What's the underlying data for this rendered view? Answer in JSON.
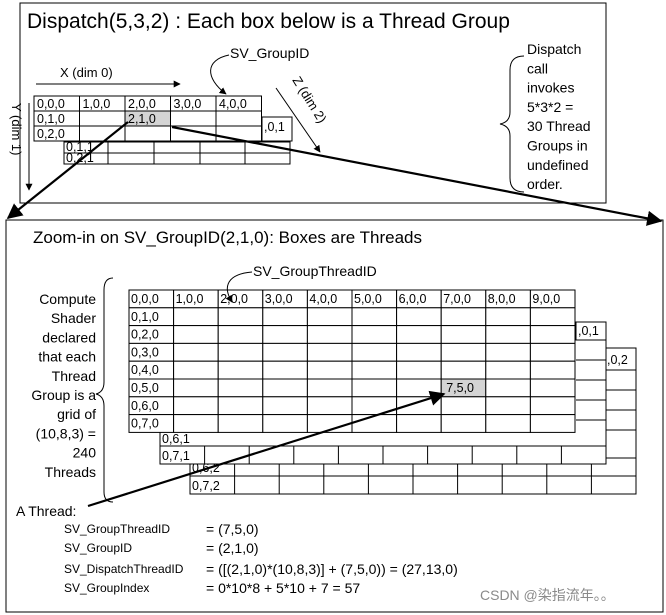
{
  "top": {
    "title": "Dispatch(5,3,2) : Each box below is a Thread Group",
    "group_id_callout": "SV_GroupID",
    "axis_x": "X (dim 0)",
    "axis_y": "Y (dim 1)",
    "axis_z": "Z (dim 2)",
    "front_row": [
      "0,0,0",
      "1,0,0",
      "2,0,0",
      "3,0,0",
      "4,0,0"
    ],
    "front_col": [
      "0,0,0",
      "0,1,0",
      "0,2,0"
    ],
    "highlight": "2,1,0",
    "layer1_partial": ",0,1",
    "layer2_labels": [
      "0,1,1",
      "0,2,1"
    ],
    "side_note": [
      "Dispatch",
      "call",
      "invokes",
      "5*3*2 =",
      "30 Thread",
      "Groups in",
      "undefined",
      "order."
    ]
  },
  "bottom": {
    "title": "Zoom-in on SV_GroupID(2,1,0): Boxes are Threads",
    "thread_id_callout": "SV_GroupThreadID",
    "front_row": [
      "0,0,0",
      "1,0,0",
      "2,0,0",
      "3,0,0",
      "4,0,0",
      "5,0,0",
      "6,0,0",
      "7,0,0",
      "8,0,0",
      "9,0,0"
    ],
    "front_col": [
      "0,0,0",
      "0,1,0",
      "0,2,0",
      "0,3,0",
      "0,4,0",
      "0,5,0",
      "0,6,0",
      "0,7,0"
    ],
    "highlight": "7,5,0",
    "layer1_partial": ",0,1",
    "layer1_labels": [
      "0,6,1",
      "0,7,1"
    ],
    "layer2_partial": ",0,2",
    "layer2_labels": [
      "0,6,2",
      "0,7,2"
    ],
    "side_note": [
      "Compute",
      "Shader",
      "declared",
      "that each",
      "Thread",
      "Group is a",
      "grid of",
      "(10,8,3) =",
      "240",
      "Threads"
    ],
    "thread_heading": "A Thread:",
    "thread_rows": [
      {
        "name": "SV_GroupThreadID",
        "value": "= (7,5,0)"
      },
      {
        "name": "SV_GroupID",
        "value": "= (2,1,0)"
      },
      {
        "name": "SV_DispatchThreadID",
        "value": "= ([(2,1,0)*(10,8,3)] + (7,5,0)) = (27,13,0)"
      },
      {
        "name": "SV_GroupIndex",
        "value": "=    0*10*8 + 5*10 + 7 = 57"
      }
    ]
  },
  "watermark": "CSDN @染指流年。。"
}
